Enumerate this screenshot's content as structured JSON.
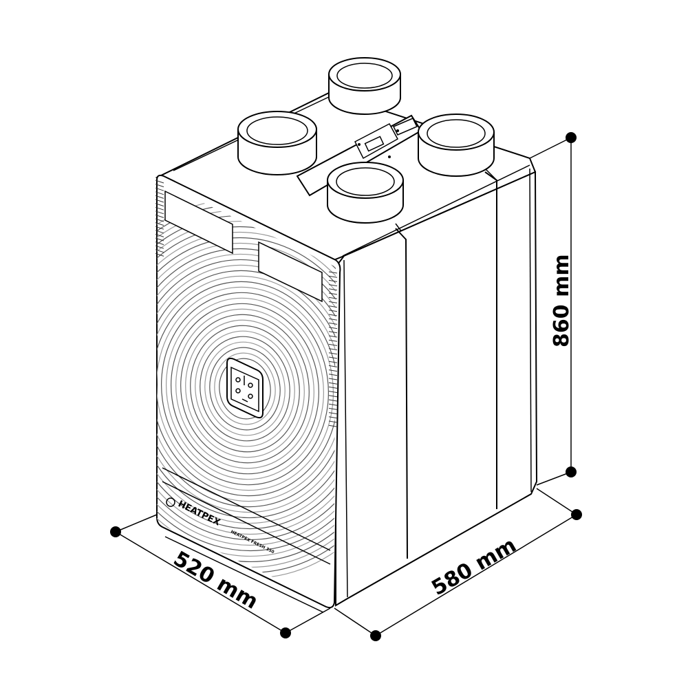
{
  "dimensions": {
    "width_label": "520 mm",
    "depth_label": "580 mm",
    "height_label": "860 mm"
  },
  "brand": {
    "name": "HEATPEX",
    "model": "HEATPEX FRESH 350"
  },
  "colors": {
    "line": "#000000",
    "body": "#ffffff",
    "ring": "#888888"
  },
  "icons": {
    "control_panel": "control-panel-icon",
    "logo": "heatpex-logo-icon",
    "connector": "electrical-connector-icon"
  }
}
